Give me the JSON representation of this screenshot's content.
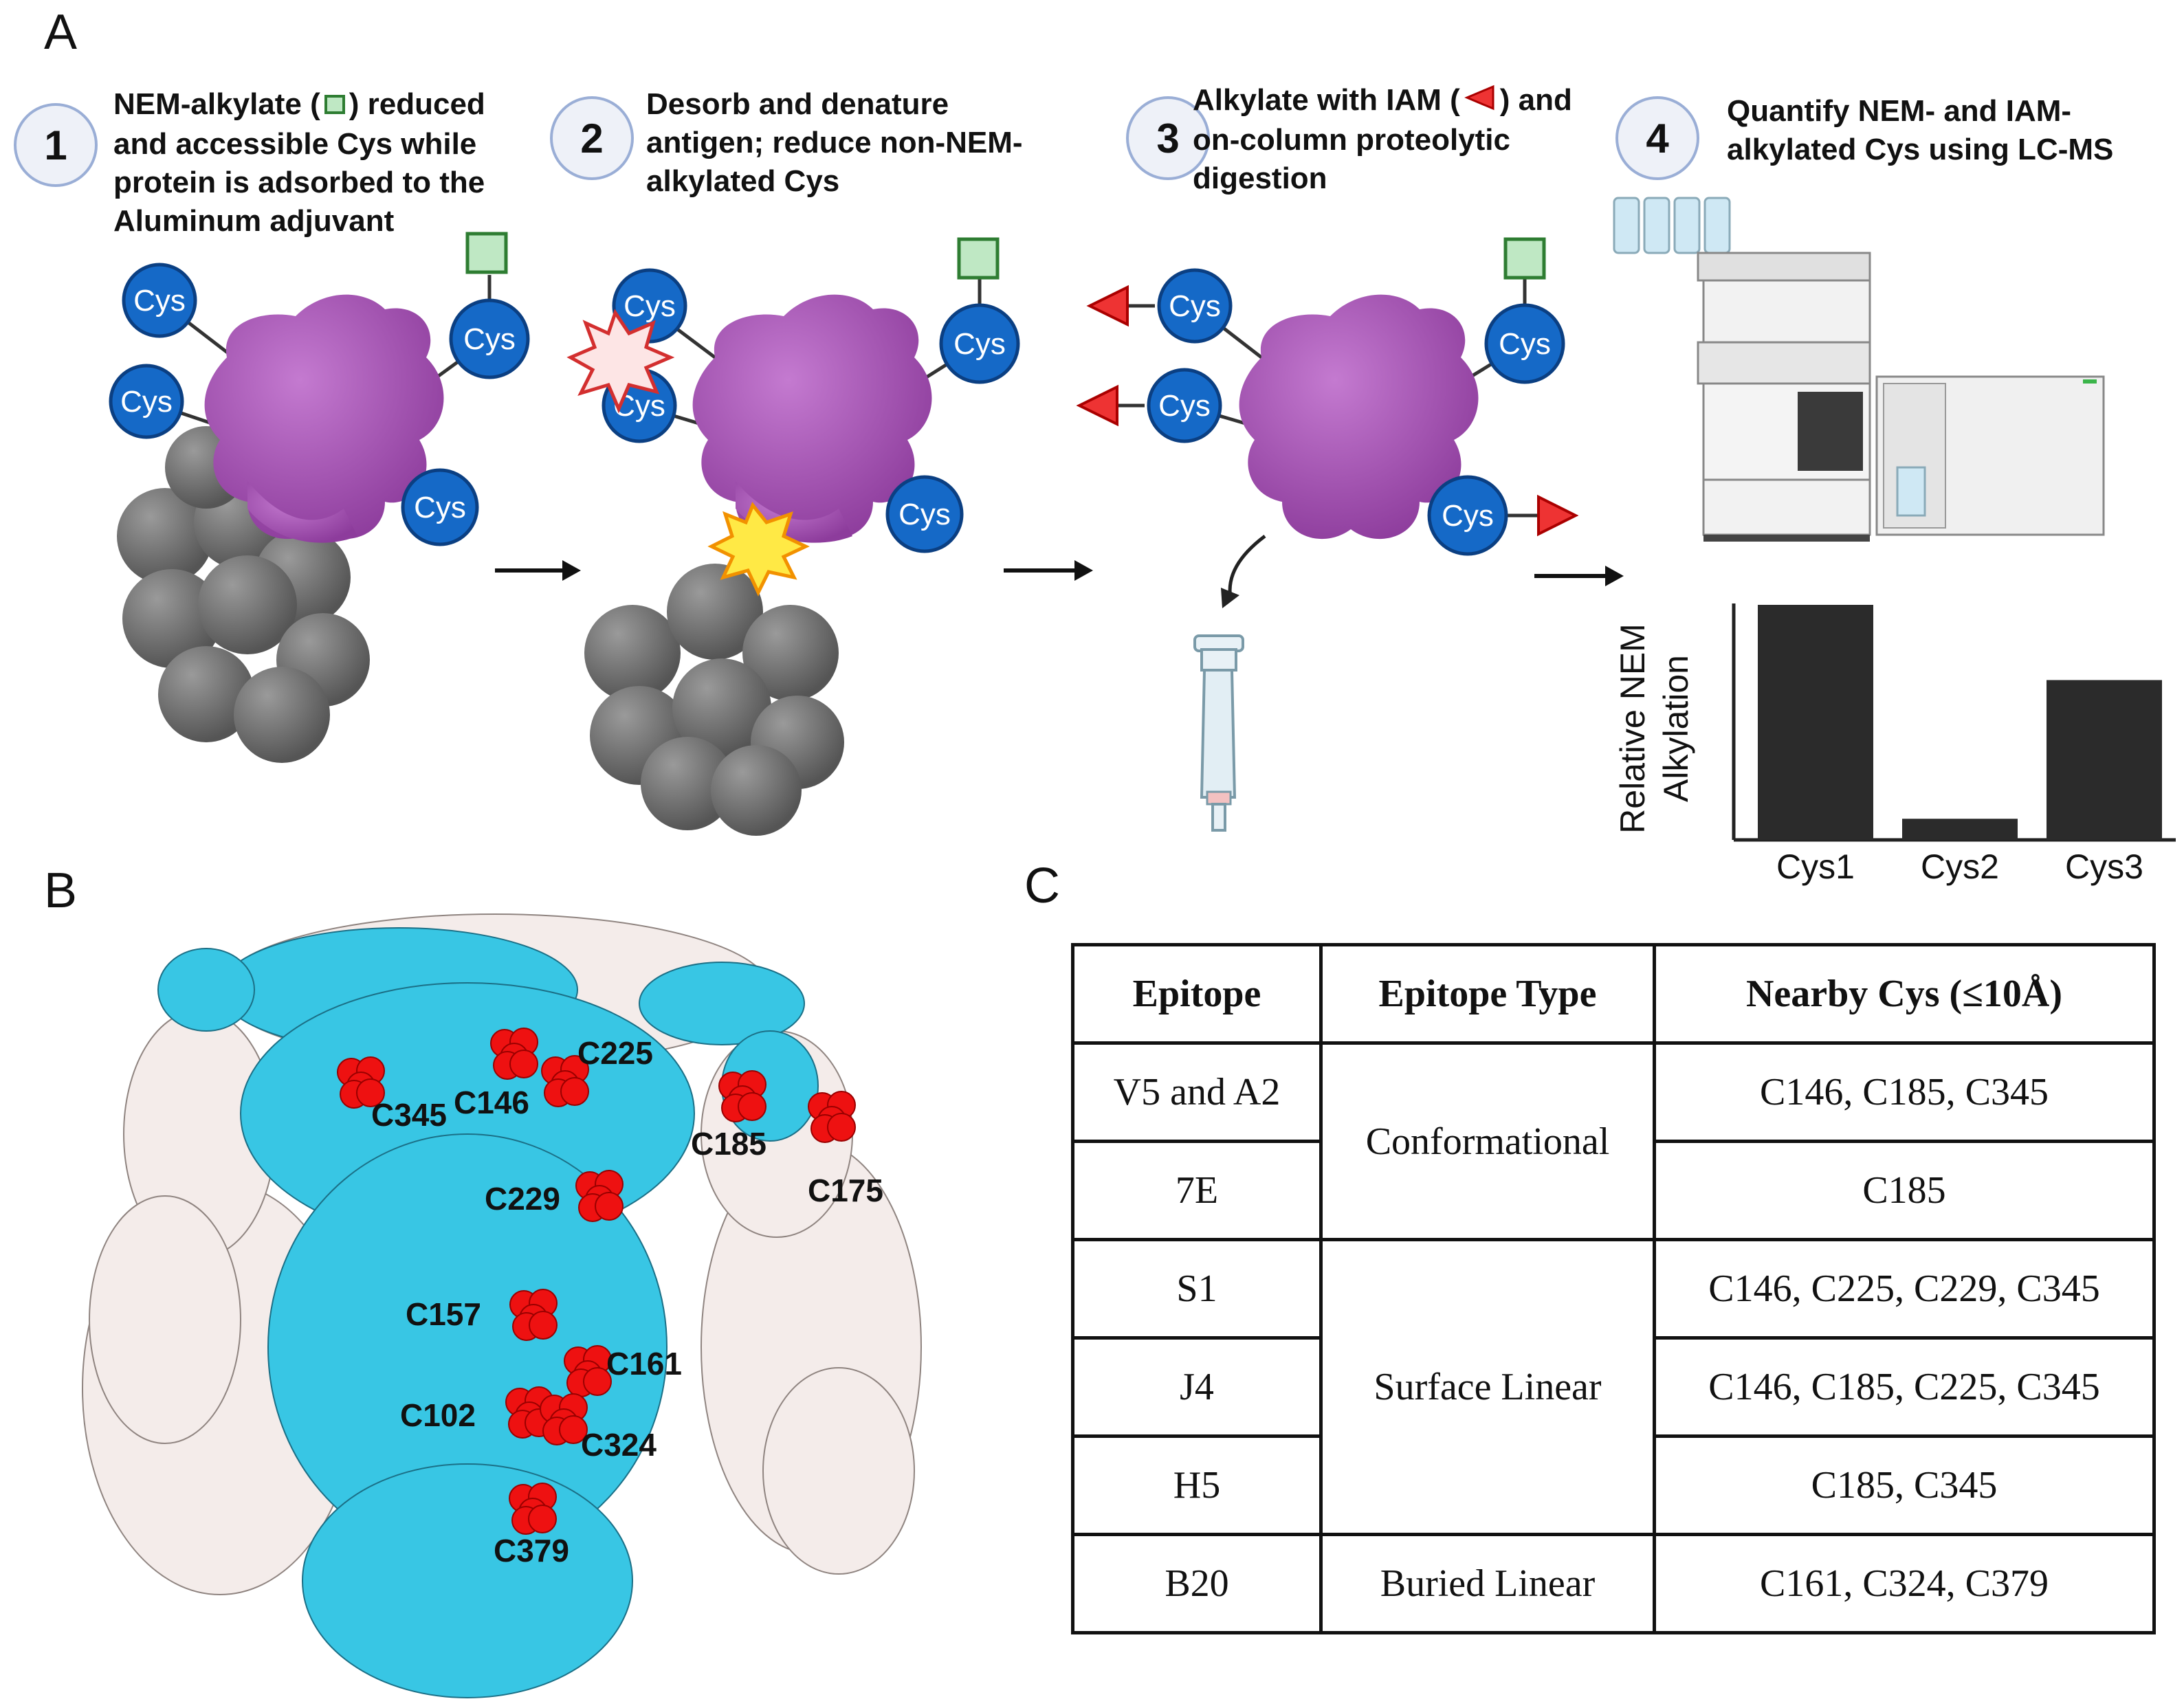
{
  "panels": {
    "a": "A",
    "b": "B",
    "c": "C"
  },
  "steps": [
    {
      "number": "1",
      "lines": [
        "NEM-alkylate (",
        ") reduced",
        "and accessible Cys while",
        "protein is adsorbed to the",
        "Aluminum adjuvant"
      ]
    },
    {
      "number": "2",
      "lines": [
        "Desorb and denature",
        "antigen; reduce non-NEM-",
        "alkylated Cys"
      ]
    },
    {
      "number": "3",
      "lines": [
        "Alkylate with IAM (",
        ") and",
        "on-column proteolytic",
        "digestion"
      ]
    },
    {
      "number": "4",
      "lines": [
        "Quantify NEM- and IAM-",
        "alkylated Cys using LC-MS"
      ]
    }
  ],
  "cys_label": "Cys",
  "colors": {
    "cys_fill": "#1569c7",
    "protein": "#a24fb0",
    "adjuvant": "#6e6e6e",
    "nem_tag": "#4caf50",
    "iam_tag": "#e53935",
    "surface_cyan": "#38c6e4",
    "surface_pale": "#f3ece9",
    "cys_red": "#ee1111"
  },
  "chart_data": {
    "type": "bar",
    "categories": [
      "Cys1",
      "Cys2",
      "Cys3"
    ],
    "values": [
      1.0,
      0.09,
      0.68
    ],
    "ylabel_lines": [
      "Relative NEM",
      "Alkylation"
    ],
    "ylim": [
      0,
      1.0
    ]
  },
  "structure_labels": [
    "C345",
    "C146",
    "C225",
    "C185",
    "C175",
    "C229",
    "C157",
    "C161",
    "C102",
    "C324",
    "C379"
  ],
  "table": {
    "headers": [
      "Epitope",
      "Epitope Type",
      "Nearby Cys (≤10Å)"
    ],
    "rows": [
      {
        "epitope": "V5 and A2",
        "cys": "C146, C185, C345"
      },
      {
        "epitope": "7E",
        "cys": "C185"
      },
      {
        "epitope": "S1",
        "cys": "C146, C225, C229, C345"
      },
      {
        "epitope": "J4",
        "cys": "C146, C185, C225, C345"
      },
      {
        "epitope": "H5",
        "cys": "C185, C345"
      },
      {
        "epitope": "B20",
        "cys": "C161, C324, C379"
      }
    ],
    "types": [
      "Conformational",
      "Surface Linear",
      "Buried Linear"
    ]
  }
}
